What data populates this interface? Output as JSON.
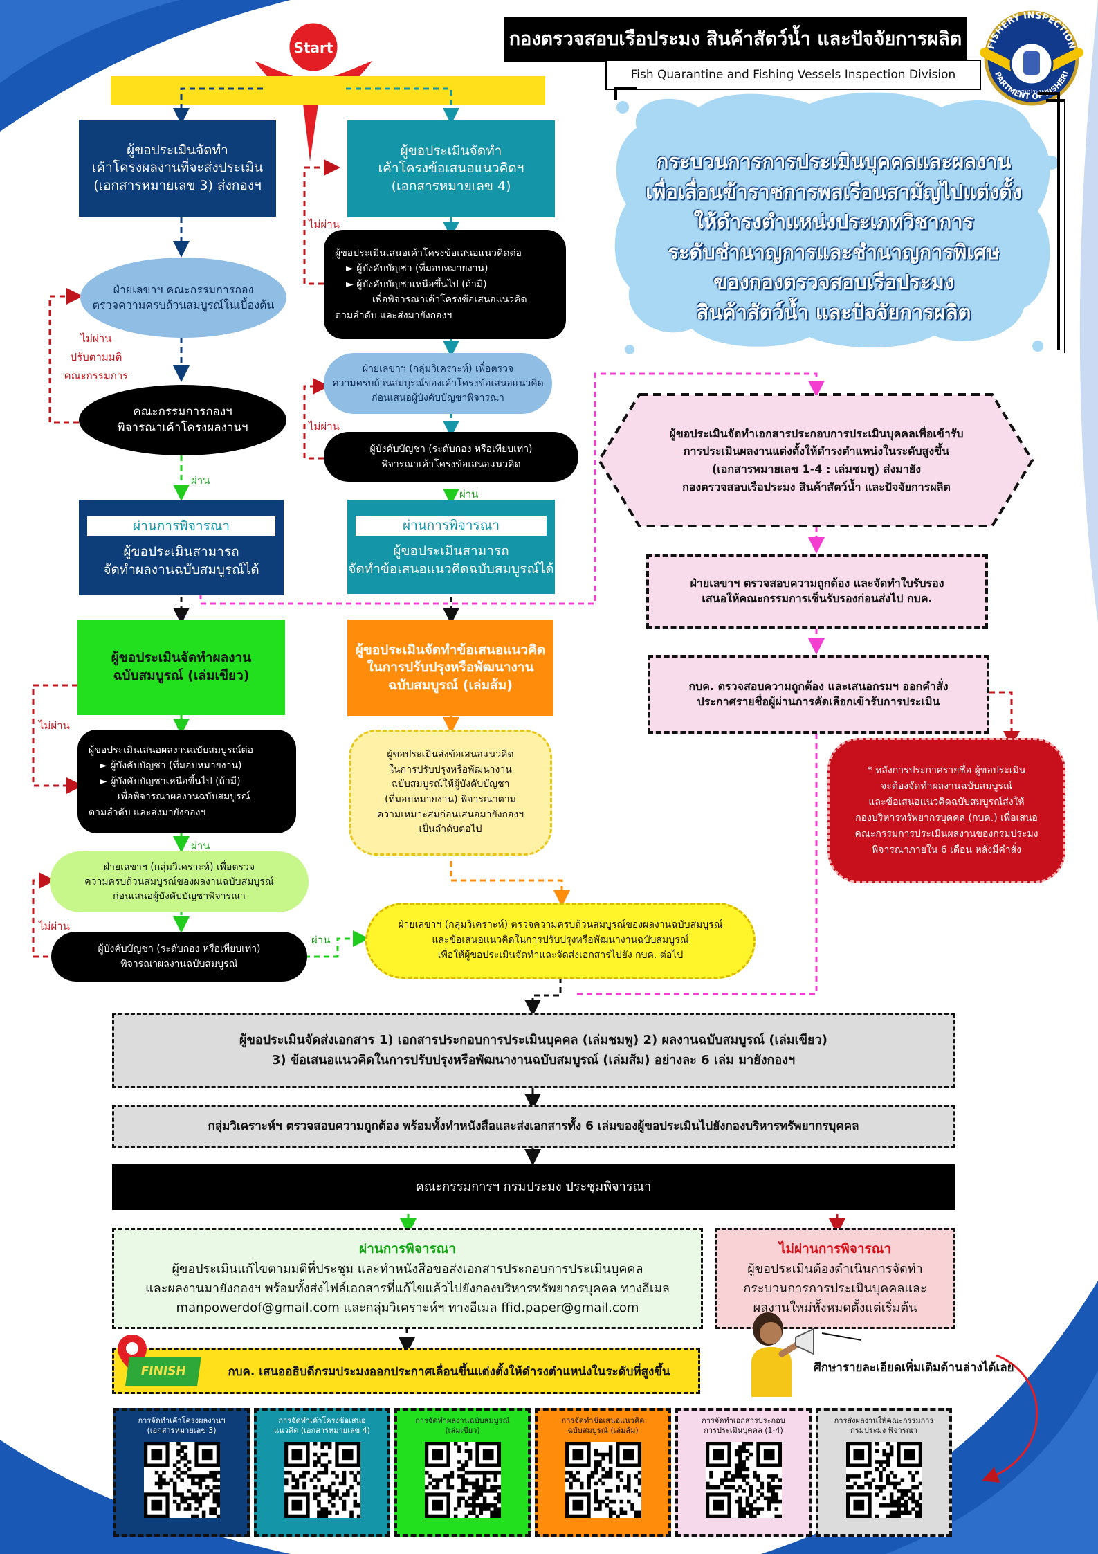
{
  "header": {
    "title_th": "กองตรวจสอบเรือประมง สินค้าสัตว์น้ำ และปัจจัยการผลิต",
    "title_en": "Fish Quarantine and Fishing Vessels Inspection Division",
    "logo_text_top": "FISHERY INSPECTION",
    "logo_text_bottom": "DEPARTMENT OF FISHERIES",
    "logo_text_inner": "กรมประมง"
  },
  "start_label": "Start",
  "splash": {
    "lines": [
      "กระบวนการการประเมินบุคคลและผลงาน",
      "เพื่อเลื่อนข้าราชการพลเรือนสามัญไปแต่งตั้ง",
      "ให้ดำรงตำแหน่งประเภทวิชาการ",
      "ระดับชำนาญการและชำนาญการพิเศษ",
      "ของกองตรวจสอบเรือประมง",
      "สินค้าสัตว์น้ำ และปัจจัยการผลิต"
    ]
  },
  "left_column": {
    "box1": [
      "ผู้ขอประเมินจัดทำ",
      "เค้าโครงผลงานที่จะส่งประเมิน",
      "(เอกสารหมายเลข 3) ส่งกองฯ"
    ],
    "check1": [
      "ฝ่ายเลขาฯ คณะกรรมการกอง",
      "ตรวจความครบถ้วนสมบูรณ์ในเบื้องต้น"
    ],
    "fail_label": [
      "ไม่ผ่าน",
      "ปรับตามมติ",
      "คณะกรรมการ"
    ],
    "committee": [
      "คณะกรรมการกองฯ",
      "พิจารณาเค้าโครงผลงานฯ"
    ],
    "pass_label": "ผ่าน",
    "pass_box": {
      "header": "ผ่านการพิจารณา",
      "lines": [
        "ผู้ขอประเมินสามารถ",
        "จัดทำผลงานฉบับสมบูรณ์ได้"
      ]
    },
    "green_box": [
      "ผู้ขอประเมินจัดทำผลงาน",
      "ฉบับสมบูรณ์ (เล่มเขียว)"
    ],
    "fail2": "ไม่ผ่าน",
    "present_box": [
      "ผู้ขอประเมินเสนอผลงานฉบับสมบูรณ์ต่อ",
      "► ผู้บังคับบัญชา (ที่มอบหมายงาน)",
      "► ผู้บังคับบัญชาเหนือขึ้นไป (ถ้ามี)",
      "เพื่อพิจารณาผลงานฉบับสมบูรณ์",
      "ตามลำดับ และส่งมายังกองฯ"
    ],
    "pass2": "ผ่าน",
    "lightgreen": [
      "ฝ่ายเลขาฯ (กลุ่มวิเคราะห์) เพื่อตรวจ",
      "ความครบถ้วนสมบูรณ์ของผลงานฉบับสมบูรณ์",
      "ก่อนเสนอผู้บังคับบัญชาพิจารณา"
    ],
    "fail3": "ไม่ผ่าน",
    "boss": [
      "ผู้บังคับบัญชา (ระดับกอง หรือเทียบเท่า)",
      "พิจารณาผลงานฉบับสมบูรณ์"
    ],
    "pass3": "ผ่าน"
  },
  "mid_column": {
    "box1": [
      "ผู้ขอประเมินจัดทำ",
      "เค้าโครงข้อเสนอแนวคิดฯ",
      "(เอกสารหมายเลข 4)"
    ],
    "fail_label": "ไม่ผ่าน",
    "present_box": [
      "ผู้ขอประเมินเสนอเค้าโครงข้อเสนอแนวคิดต่อ",
      "► ผู้บังคับบัญชา (ที่มอบหมายงาน)",
      "► ผู้บังคับบัญชาเหนือขึ้นไป (ถ้ามี)",
      "เพื่อพิจารณาเค้าโครงข้อเสนอแนวคิด",
      "ตามลำดับ และส่งมายังกองฯ"
    ],
    "check_box": [
      "ฝ่ายเลขาฯ (กลุ่มวิเคราะห์) เพื่อตรวจ",
      "ความครบถ้วนสมบูรณ์ของเค้าโครงข้อเสนอแนวคิด",
      "ก่อนเสนอผู้บังคับบัญชาพิจารณา"
    ],
    "fail2": "ไม่ผ่าน",
    "boss": [
      "ผู้บังคับบัญชา (ระดับกอง หรือเทียบเท่า)",
      "พิจารณาเค้าโครงข้อเสนอแนวคิด"
    ],
    "pass_label": "ผ่าน",
    "pass_box": {
      "header": "ผ่านการพิจารณา",
      "lines": [
        "ผู้ขอประเมินสามารถ",
        "จัดทำข้อเสนอแนวคิดฉบับสมบูรณ์ได้"
      ]
    },
    "orange_box": [
      "ผู้ขอประเมินจัดทำข้อเสนอแนวคิด",
      "ในการปรับปรุงหรือพัฒนางาน",
      "ฉบับสมบูรณ์ (เล่มส้ม)"
    ],
    "yellow_box": [
      "ผู้ขอประเมินส่งข้อเสนอแนวคิด",
      "ในการปรับปรุงหรือพัฒนางาน",
      "ฉบับสมบูรณ์ให้ผู้บังคับบัญชา",
      "(ที่มอบหมายงาน) พิจารณาตาม",
      "ความเหมาะสมก่อนเสนอมายังกองฯ",
      "เป็นลำดับต่อไป"
    ],
    "bottom_yellow": [
      "ฝ่ายเลขาฯ (กลุ่มวิเคราะห์) ตรวจความครบถ้วนสมบูรณ์ของผลงานฉบับสมบูรณ์",
      "และข้อเสนอแนวคิดในการปรับปรุงหรือพัฒนางานฉบับสมบูรณ์",
      "เพื่อให้ผู้ขอประเมินจัดทำและจัดส่งเอกสารไปยัง กบค. ต่อไป"
    ]
  },
  "right_column": {
    "hex": [
      "ผู้ขอประเมินจัดทำเอกสารประกอบการประเมินบุคคลเพื่อเข้ารับ",
      "การประเมินผลงานแต่งตั้งให้ดำรงตำแหน่งในระดับสูงขึ้น",
      "(เอกสารหมายเลข 1-4 : เล่มชมพู) ส่งมายัง",
      "กองตรวจสอบเรือประมง สินค้าสัตว์น้ำ และปัจจัยการผลิต"
    ],
    "sec_box": [
      "ฝ่ายเลขาฯ ตรวจสอบความถูกต้อง และจัดทำใบรับรอง",
      "เสนอให้คณะกรรมการเซ็นรับรองก่อนส่งไป กบค."
    ],
    "kbk_box": [
      "กบค. ตรวจสอบความถูกต้อง และเสนอกรมฯ ออกคำสั่ง",
      "ประกาศรายชื่อผู้ผ่านการคัดเลือกเข้ารับการประเมิน"
    ],
    "note": [
      "* หลังการประกาศรายชื่อ ผู้ขอประเมิน",
      "จะต้องจัดทำผลงานฉบับสมบูรณ์",
      "และข้อเสนอแนวคิดฉบับสมบูรณ์ส่งให้",
      "กองบริหารทรัพยากรบุคคล (กบค.) เพื่อเสนอ",
      "คณะกรรมการประเมินผลงานของกรมประมง",
      "พิจารณาภายใน 6 เดือน หลังมีคำสั่ง"
    ]
  },
  "bottom": {
    "submit": [
      "ผู้ขอประเมินจัดส่งเอกสาร 1) เอกสารประกอบการประเมินบุคคล (เล่มชมพู) 2) ผลงานฉบับสมบูรณ์ (เล่มเขียว)",
      "3) ข้อเสนอแนวคิดในการปรับปรุงหรือพัฒนางานฉบับสมบูรณ์ (เล่มส้ม) อย่างละ 6 เล่ม มายังกองฯ"
    ],
    "analysis": "กลุ่มวิเคราะห์ฯ ตรวจสอบความถูกต้อง พร้อมทั้งทำหนังสือและส่งเอกสารทั้ง 6 เล่มของผู้ขอประเมินไปยังกองบริหารทรัพยากรบุคคล",
    "meeting": "คณะกรรมการฯ กรมประมง ประชุมพิจารณา",
    "pass_header": "ผ่านการพิจารณา",
    "pass_lines": [
      "ผู้ขอประเมินแก้ไขตามมติที่ประชุม และทำหนังสือขอส่งเอกสารประกอบการประเมินบุคคล",
      "และผลงานมายังกองฯ พร้อมทั้งส่งไฟล์เอกสารที่แก้ไขแล้วไปยังกองบริหารทรัพยากรบุคคล ทางอีเมล",
      "manpowerdof@gmail.com และกลุ่มวิเคราะห์ฯ ทางอีเมล ffid.paper@gmail.com"
    ],
    "fail_header": "ไม่ผ่านการพิจารณา",
    "fail_lines": [
      "ผู้ขอประเมินต้องดำเนินการจัดทำ",
      "กระบวนการการประเมินบุคคลและ",
      "ผลงานใหม่ทั้งหมดตั้งแต่เริ่มต้น"
    ],
    "finish_tag": "FINISH",
    "finish_text": "กบค. เสนออธิบดีกรมประมงออกประกาศเลื่อนขึ้นแต่งตั้งให้ดำรงตำแหน่งในระดับที่สูงขึ้น",
    "study_text": "ศึกษารายละเอียดเพิ่มเติมด้านล่างได้เลย"
  },
  "qr_cards": [
    {
      "title": [
        "การจัดทำเค้าโครงผลงานฯ",
        "(เอกสารหมายเลข 3)"
      ],
      "color": "#0d3e7a",
      "text_color": "#ffffff"
    },
    {
      "title": [
        "การจัดทำเค้าโครงข้อเสนอ",
        "แนวคิด (เอกสารหมายเลข 4)"
      ],
      "color": "#1596a8",
      "text_color": "#ffffff"
    },
    {
      "title": [
        "การจัดทำผลงานฉบับสมบูรณ์",
        "(เล่มเขียว)"
      ],
      "color": "#22e01e",
      "text_color": "#111111"
    },
    {
      "title": [
        "การจัดทำข้อเสนอแนวคิด",
        "ฉบับสมบูรณ์ (เล่มส้ม)"
      ],
      "color": "#ff8c0a",
      "text_color": "#111111"
    },
    {
      "title": [
        "การจัดทำเอกสารประกอบ",
        "การประเมินบุคคล (1-4)"
      ],
      "color": "#f6d9ea",
      "text_color": "#111111"
    },
    {
      "title": [
        "การส่งผลงานให้คณะกรรมการ",
        "กรมประมง พิจารณา"
      ],
      "color": "#dcdcdc",
      "text_color": "#111111"
    }
  ],
  "colors": {
    "navy": "#0d3e7a",
    "teal": "#1596a8",
    "red": "#e31e24",
    "green": "#22e01e",
    "orange": "#ff8c0a",
    "pink": "#f43ed0",
    "yellow": "#fff37a"
  }
}
